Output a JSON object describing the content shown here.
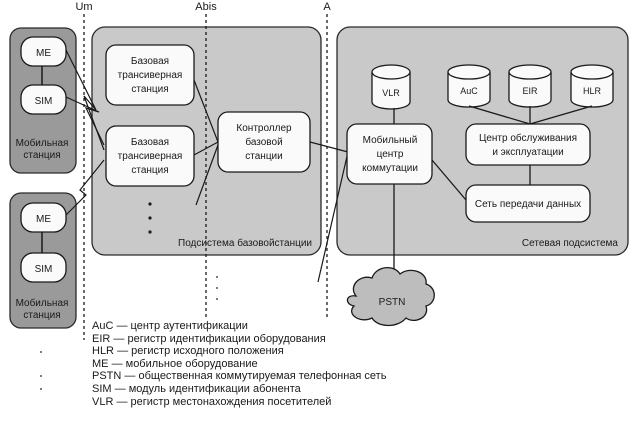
{
  "interfaces": {
    "um": "Um",
    "abis": "Abis",
    "a": "A"
  },
  "mobile_stations": [
    {
      "me": "ME",
      "sim": "SIM",
      "label": [
        "Мобильная",
        "станция"
      ]
    },
    {
      "me": "ME",
      "sim": "SIM",
      "label": [
        "Мобильная",
        "станция"
      ]
    }
  ],
  "bss": {
    "title": "Подсистема базовойстанции",
    "bts": [
      [
        "Базовая",
        "трансиверная",
        "станция"
      ],
      [
        "Базовая",
        "трансиверная",
        "станция"
      ]
    ],
    "bsc": [
      "Контроллер",
      "базовой",
      "станции"
    ]
  },
  "nss": {
    "title": "Сетевая подсистема",
    "vlr": "VLR",
    "databases": [
      "AuC",
      "EIR",
      "HLR"
    ],
    "msc": [
      "Мобильный",
      "центр",
      "коммутации"
    ],
    "omc": [
      "Центр обслуживания",
      "и эксплуатации"
    ],
    "data_network": "Сеть передачи данных"
  },
  "pstn": "PSTN",
  "legend": [
    {
      "abbr": "AuC",
      "text": "центр аутентификации"
    },
    {
      "abbr": "EIR",
      "text": "регистр идентификации оборудования"
    },
    {
      "abbr": "HLR",
      "text": "регистр исходного положения"
    },
    {
      "abbr": "ME",
      "text": "мобильное оборудование"
    },
    {
      "abbr": "PSTN",
      "text": "общественная коммутируемая телефонная сеть"
    },
    {
      "abbr": "SIM",
      "text": "модуль идентификации абонента"
    },
    {
      "abbr": "VLR",
      "text": "регистр местонахождения посетителей"
    }
  ],
  "legend_dash": "—"
}
